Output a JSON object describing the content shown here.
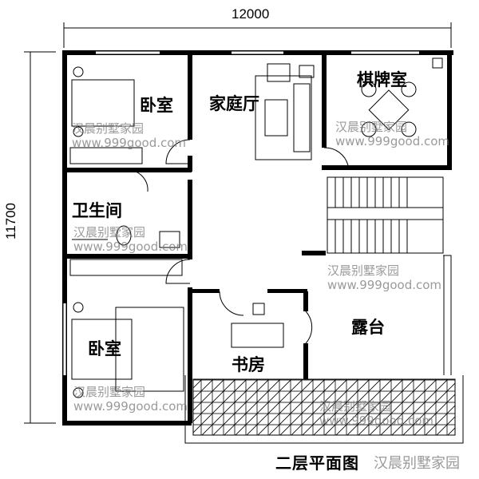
{
  "plan": {
    "title": "二层平面图",
    "width_dimension": "12000",
    "height_dimension": "11700",
    "rooms": {
      "bedroom_top": "卧室",
      "family_hall": "家庭厅",
      "chess_room": "棋牌室",
      "bathroom": "卫生间",
      "bedroom_bottom": "卧室",
      "study": "书房",
      "terrace": "露台"
    },
    "watermark": {
      "name": "汉晨别墅家园",
      "url": "www.999good.com"
    }
  }
}
